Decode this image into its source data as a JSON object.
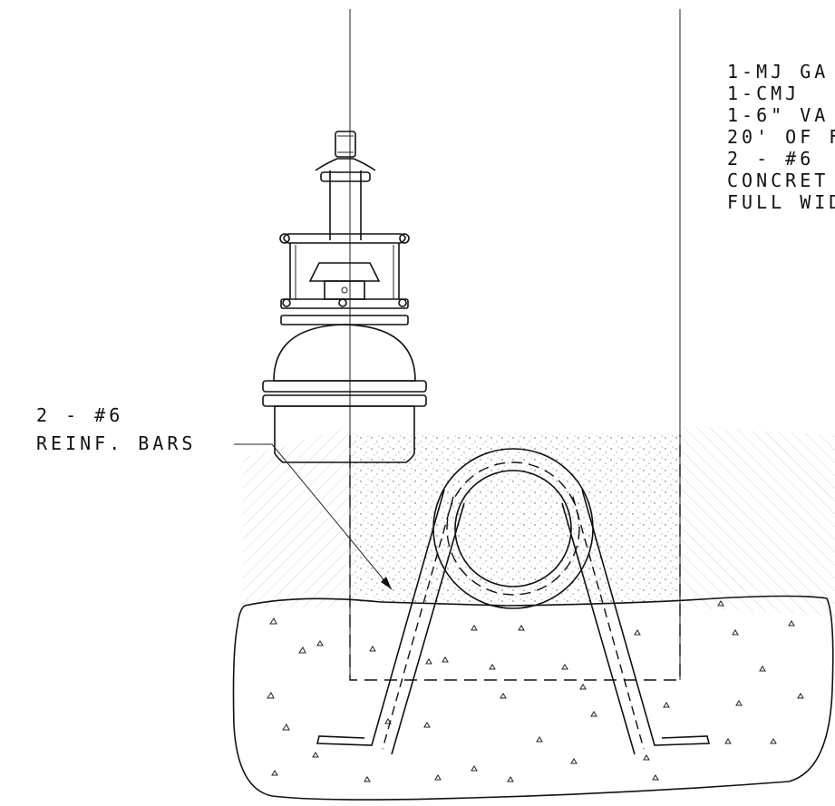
{
  "notes": {
    "line1": "1-MJ GA",
    "line2": "1-CMJ",
    "line3": "1-6\" VA",
    "line4": "20' OF F",
    "line5": "2 - #6",
    "line6": "CONCRET",
    "line7": "FULL WID"
  },
  "callout": {
    "line1": "2 - #6",
    "line2": "REINF. BARS"
  }
}
